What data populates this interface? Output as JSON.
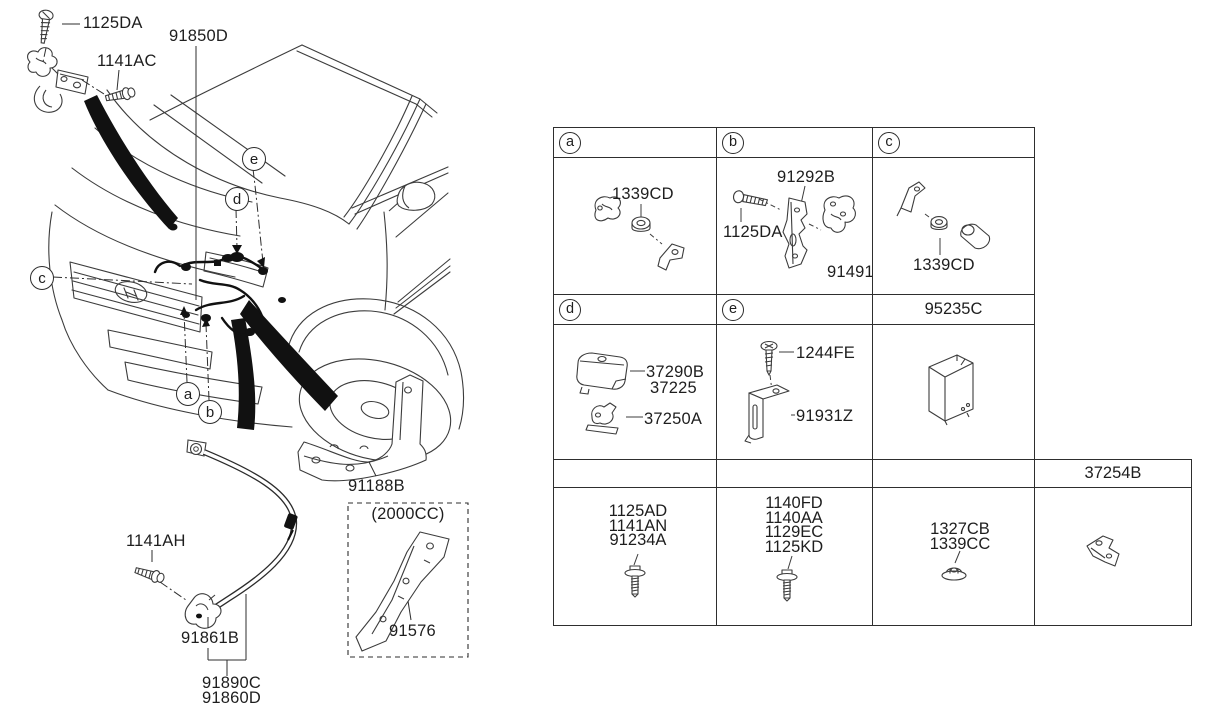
{
  "colors": {
    "ink": "#3c3c3c",
    "black": "#111111",
    "background": "#ffffff"
  },
  "diagram": {
    "labels": {
      "bolt_top": "1125DA",
      "bolt_bracket": "1141AC",
      "harness_main": "91850D",
      "battery_bolt": "1141AH",
      "cable_clamp": "91861B",
      "cable_assy_1": "91890C",
      "cable_assy_2": "91860D",
      "bracket_lower": "91188B",
      "engine_variant": "(2000CC)",
      "bracket_2000cc": "91576"
    },
    "callouts": {
      "a": "a",
      "b": "b",
      "c": "c",
      "d": "d",
      "e": "e"
    }
  },
  "table": {
    "cells": {
      "a": {
        "header": "a",
        "labels": [
          "1339CD"
        ]
      },
      "b": {
        "header": "b",
        "labels": [
          "91292B",
          "1125DA",
          "91491"
        ]
      },
      "c": {
        "header": "c",
        "labels": [
          "1339CD"
        ]
      },
      "d": {
        "header": "d",
        "labels": [
          "37290B",
          "37225",
          "37250A"
        ]
      },
      "e": {
        "header": "e",
        "labels": [
          "1244FE",
          "91931Z"
        ]
      },
      "relay": {
        "header": "95235C"
      },
      "bolts_a": {
        "labels": [
          "1125AD",
          "1141AN",
          "91234A"
        ]
      },
      "bolts_b": {
        "labels": [
          "1140FD",
          "1140AA",
          "1129EC",
          "1125KD"
        ]
      },
      "nuts": {
        "labels": [
          "1327CB",
          "1339CC"
        ]
      },
      "terminal": {
        "header": "37254B"
      }
    }
  }
}
